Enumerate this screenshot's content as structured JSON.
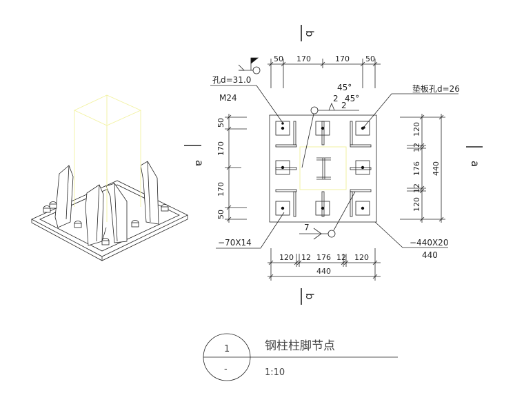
{
  "dimensions": {
    "top": [
      "50",
      "170",
      "170",
      "50"
    ],
    "left": [
      "50",
      "170",
      "170",
      "50"
    ],
    "right": [
      "120",
      "12",
      "176",
      "12",
      "120"
    ],
    "right_total": "440",
    "bottom": [
      "120",
      "12",
      "176",
      "12",
      "120"
    ],
    "bottom_total": "440"
  },
  "labels": {
    "hole": "孔d=31.0",
    "bolt": "M24",
    "angle1": "45°",
    "angle2": "45°",
    "weld_size_a": "2",
    "weld_size_b": "2",
    "washer_hole": "垫板孔d=26",
    "weld_7": "7",
    "rib_plate": "−70X14",
    "base_plate": "−440X20",
    "base_plate_sub": "440"
  },
  "sections": {
    "a_left": "a",
    "a_right": "a",
    "b_top": "b",
    "b_bottom": "b"
  },
  "title_block": {
    "number": "1",
    "sub": "-",
    "title": "钢柱柱脚节点",
    "scale": "1:10"
  },
  "colors": {
    "line": "#222222",
    "column_outline": "#f2f2a0",
    "title_text": "#444444"
  }
}
